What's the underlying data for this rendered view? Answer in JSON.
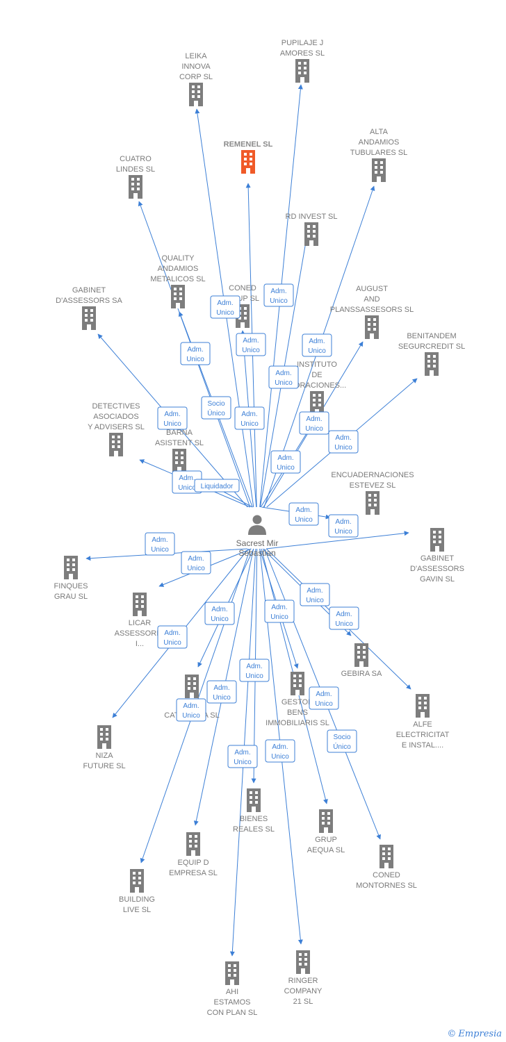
{
  "colors": {
    "edge": "#3c7fd6",
    "building": "#7d7d7d",
    "focus_building": "#f05a28",
    "badge_border": "#3c7fd6",
    "person": "#7d7d7d"
  },
  "center": {
    "id": "person",
    "label_lines": [
      "Sacrest Mir",
      "Sebastian"
    ],
    "icon": "person-icon"
  },
  "nodes": [
    {
      "id": "pupilaje",
      "label_lines": [
        "PUPILAJE J",
        "AMORES SL"
      ],
      "icon": "building-icon"
    },
    {
      "id": "leika",
      "label_lines": [
        "LEIKA",
        "INNOVA",
        "CORP  SL"
      ],
      "icon": "building-icon"
    },
    {
      "id": "remenel",
      "label_lines": [
        "REMENEL  SL"
      ],
      "icon": "building-icon",
      "focus": true
    },
    {
      "id": "alta",
      "label_lines": [
        "ALTA",
        "ANDAMIOS",
        "TUBULARES SL"
      ],
      "icon": "building-icon"
    },
    {
      "id": "cuatro",
      "label_lines": [
        "CUATRO",
        "LINDES SL"
      ],
      "icon": "building-icon"
    },
    {
      "id": "rd",
      "label_lines": [
        "RD INVEST SL"
      ],
      "icon": "building-icon"
    },
    {
      "id": "quality",
      "label_lines": [
        "QUALITY",
        "ANDAMIOS",
        "METALICOS SL"
      ],
      "icon": "building-icon"
    },
    {
      "id": "gabinet_sa",
      "label_lines": [
        "GABINET",
        "D'ASSESSORS SA"
      ],
      "icon": "building-icon"
    },
    {
      "id": "coned_grup",
      "label_lines": [
        "CONED",
        "GRUP SL"
      ],
      "icon": "building-icon"
    },
    {
      "id": "august",
      "label_lines": [
        "AUGUST",
        "AND",
        "PLANSSASSESORS SL"
      ],
      "icon": "building-icon"
    },
    {
      "id": "benitandem",
      "label_lines": [
        "BENITANDEM",
        "SEGURCREDIT SL"
      ],
      "icon": "building-icon"
    },
    {
      "id": "instituto",
      "label_lines": [
        "INSTITUTO",
        "DE",
        "...ORACIONES..."
      ],
      "icon": "building-icon"
    },
    {
      "id": "detectives",
      "label_lines": [
        "DETECTIVES",
        "ASOCIADOS",
        "Y ADVISERS SL"
      ],
      "icon": "building-icon"
    },
    {
      "id": "barna",
      "label_lines": [
        "BARNA",
        "ASISTENT SL"
      ],
      "icon": "building-icon"
    },
    {
      "id": "encuadernaciones",
      "label_lines": [
        "ENCUADERNACIONES",
        "ESTEVEZ SL"
      ],
      "icon": "building-icon"
    },
    {
      "id": "gavin",
      "label_lines": [
        "GABINET",
        "D'ASSESSORS",
        "GAVIN SL"
      ],
      "icon": "building-icon"
    },
    {
      "id": "finques",
      "label_lines": [
        "FINQUES",
        "GRAU SL"
      ],
      "icon": "building-icon"
    },
    {
      "id": "licar",
      "label_lines": [
        "LICAR",
        "ASSESSORI...",
        "I..."
      ],
      "icon": "building-icon"
    },
    {
      "id": "gebira",
      "label_lines": [
        "GEBIRA SA"
      ],
      "icon": "building-icon"
    },
    {
      "id": "alfe",
      "label_lines": [
        "ALFE",
        "ELECTRICITAT",
        "E INSTAL...."
      ],
      "icon": "building-icon"
    },
    {
      "id": "catalunya",
      "label_lines": [
        "...",
        "CATALUNYA SL"
      ],
      "icon": "building-icon"
    },
    {
      "id": "gestor",
      "label_lines": [
        "GESTOR",
        "BENS",
        "IMMOBILIARIS SL"
      ],
      "icon": "building-icon"
    },
    {
      "id": "niza",
      "label_lines": [
        "NIZA",
        "FUTURE SL"
      ],
      "icon": "building-icon"
    },
    {
      "id": "bienes",
      "label_lines": [
        "BIENES",
        "REALES SL"
      ],
      "icon": "building-icon"
    },
    {
      "id": "grup_aequa",
      "label_lines": [
        "GRUP",
        "AEQUA SL"
      ],
      "icon": "building-icon"
    },
    {
      "id": "coned_montornes",
      "label_lines": [
        "CONED",
        "MONTORNES SL"
      ],
      "icon": "building-icon"
    },
    {
      "id": "equip",
      "label_lines": [
        "EQUIP D",
        "EMPRESA SL"
      ],
      "icon": "building-icon"
    },
    {
      "id": "building_live",
      "label_lines": [
        "BUILDING",
        "LIVE  SL"
      ],
      "icon": "building-icon"
    },
    {
      "id": "ringer",
      "label_lines": [
        "RINGER",
        "COMPANY",
        "21 SL"
      ],
      "icon": "building-icon"
    },
    {
      "id": "ahi",
      "label_lines": [
        "AHI",
        "ESTAMOS",
        "CON PLAN SL"
      ],
      "icon": "building-icon"
    }
  ],
  "edges": [
    {
      "target": "pupilaje",
      "role_lines": [
        "Adm.",
        "Unico"
      ]
    },
    {
      "target": "leika",
      "role_lines": [
        "Adm.",
        "Unico"
      ]
    },
    {
      "target": "remenel",
      "role_lines": [
        "Adm.",
        "Unico"
      ]
    },
    {
      "target": "alta",
      "role_lines": [
        "Adm.",
        "Unico"
      ]
    },
    {
      "target": "cuatro",
      "role_lines": [
        "Adm.",
        "Unico"
      ]
    },
    {
      "target": "rd",
      "role_lines": [
        "Adm.",
        "Unico"
      ]
    },
    {
      "target": "quality",
      "role_lines": [
        "Socio",
        "Único"
      ]
    },
    {
      "target": "gabinet_sa",
      "role_lines": [
        "Adm.",
        "Unico"
      ]
    },
    {
      "target": "coned_grup",
      "role_lines": [
        "Adm.",
        "Unico"
      ]
    },
    {
      "target": "august",
      "role_lines": [
        "Adm.",
        "Unico"
      ]
    },
    {
      "target": "benitandem",
      "role_lines": [
        "Adm.",
        "Unico"
      ]
    },
    {
      "target": "instituto",
      "role_lines": [
        "Adm.",
        "Unico"
      ]
    },
    {
      "target": "detectives",
      "role_lines": [
        "Adm.",
        "Unico"
      ]
    },
    {
      "target": "barna",
      "role_lines": [
        "Liquidador"
      ]
    },
    {
      "target": "encuadernaciones",
      "role_lines": [
        "Adm.",
        "Unico"
      ]
    },
    {
      "target": "gavin",
      "role_lines": [
        "Adm.",
        "Unico"
      ]
    },
    {
      "target": "finques",
      "role_lines": [
        "Adm.",
        "Unico"
      ]
    },
    {
      "target": "licar",
      "role_lines": [
        "Adm.",
        "Unico"
      ]
    },
    {
      "target": "gebira",
      "role_lines": [
        "Adm.",
        "Unico"
      ]
    },
    {
      "target": "alfe",
      "role_lines": [
        "Adm.",
        "Unico"
      ]
    },
    {
      "target": "catalunya",
      "role_lines": [
        "Adm.",
        "Unico"
      ]
    },
    {
      "target": "gestor",
      "role_lines": [
        "Adm.",
        "Unico"
      ]
    },
    {
      "target": "niza",
      "role_lines": [
        "Adm.",
        "Unico"
      ]
    },
    {
      "target": "bienes",
      "role_lines": [
        "Adm.",
        "Unico"
      ]
    },
    {
      "target": "grup_aequa",
      "role_lines": [
        "Socio",
        "Único"
      ]
    },
    {
      "target": "coned_montornes",
      "role_lines": [
        "Adm.",
        "Unico"
      ]
    },
    {
      "target": "equip",
      "role_lines": [
        "Adm.",
        "Unico"
      ]
    },
    {
      "target": "building_live",
      "role_lines": [
        "Adm.",
        "Unico"
      ]
    },
    {
      "target": "ringer",
      "role_lines": [
        "Adm.",
        "Unico"
      ]
    },
    {
      "target": "ahi",
      "role_lines": [
        "Adm.",
        "Unico"
      ]
    }
  ],
  "footer": {
    "copyright": "©",
    "brand": "Empresia"
  }
}
